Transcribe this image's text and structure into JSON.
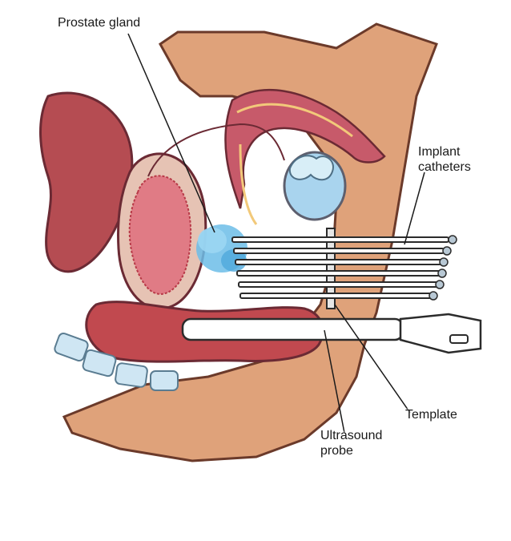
{
  "labels": {
    "prostate_gland": "Prostate gland",
    "implant_catheters": "Implant catheters",
    "template": "Template",
    "ultrasound_probe": "Ultrasound probe"
  },
  "caption": {
    "line1": "",
    "line2": ""
  },
  "colors": {
    "skin": "#dfa27a",
    "bladder": "#e5828a",
    "rectum": "#c1494f",
    "seminal_vesicle": "#9fd0ea",
    "target_cloud": "#6cbde8",
    "spine": "#cfe6f3",
    "caption_text": "#8a8f98"
  }
}
